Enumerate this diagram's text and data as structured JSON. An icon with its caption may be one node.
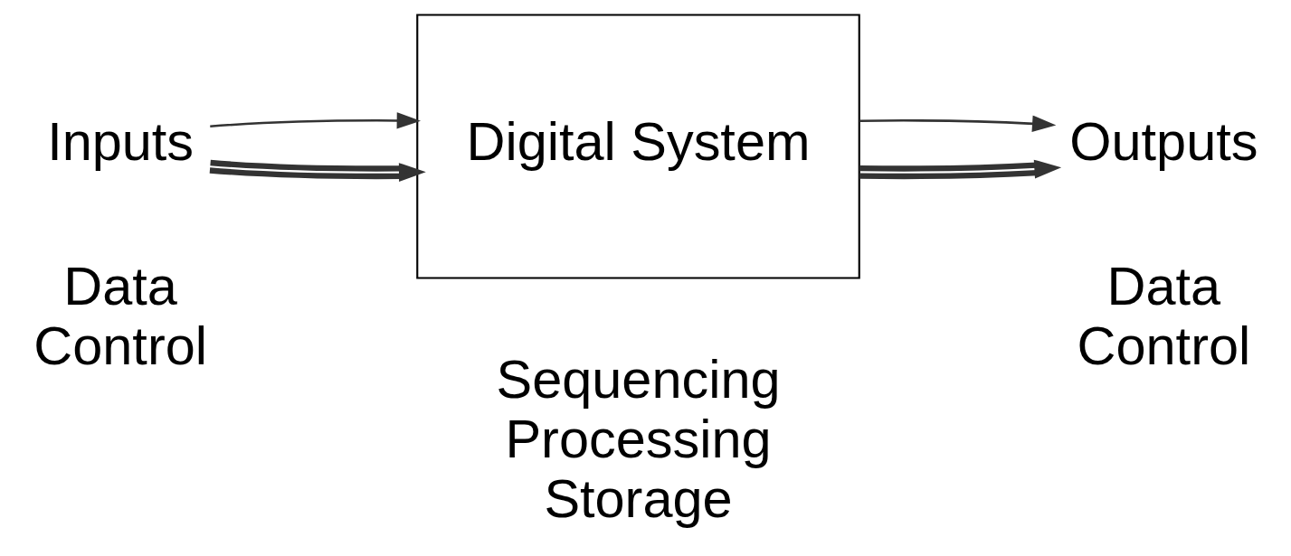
{
  "diagram": {
    "nodes": [
      {
        "text": [
          "Inputs"
        ]
      },
      {
        "text": [
          "Digital System"
        ]
      },
      {
        "text": [
          "Outputs"
        ]
      }
    ],
    "edges": [
      {
        "from": 0,
        "to": 1,
        "arrow": "to",
        "style": "thick"
      },
      {
        "from": 0,
        "to": 1,
        "arrow": "to"
      },
      {
        "from": 1,
        "to": 2,
        "arrow": "to",
        "style": "thick"
      },
      {
        "from": 1,
        "to": 2,
        "arrow": "to"
      }
    ],
    "labels": [
      "Data Control",
      "Sequencing Processing Storage",
      "Data Control"
    ]
  }
}
